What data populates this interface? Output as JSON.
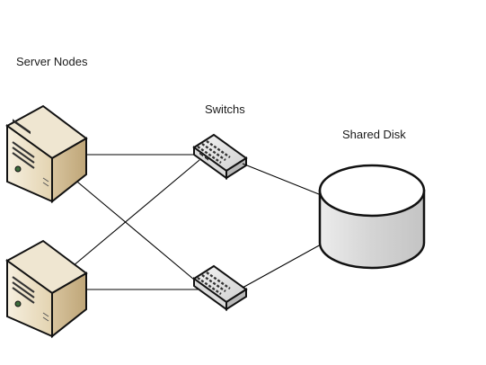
{
  "labels": {
    "servers": "Server Nodes",
    "switches": "Switchs",
    "disk": "Shared Disk"
  },
  "icons": {
    "server": "server-tower-icon",
    "switch": "network-switch-icon",
    "disk": "disk-cylinder-icon"
  },
  "colors": {
    "server_face": "#ece0c4",
    "server_side": "#d6c29c",
    "switch_face": "#e6e6e6",
    "disk_body": "#dedede",
    "line": "#000000"
  }
}
